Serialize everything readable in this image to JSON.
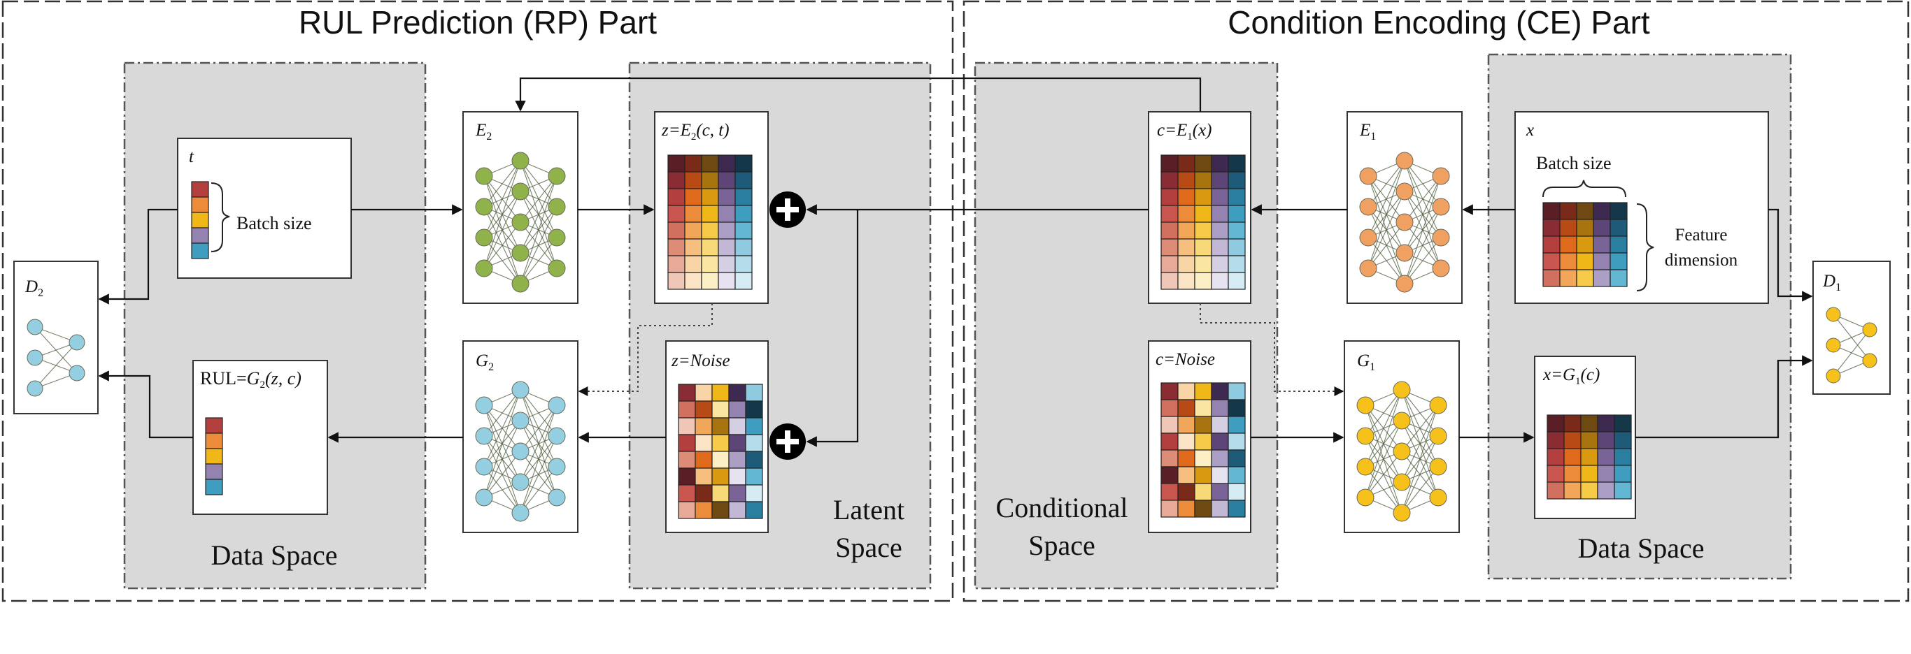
{
  "parts": {
    "rp_title": "RUL Prediction (RP) Part",
    "ce_title": "Condition Encoding (CE) Part"
  },
  "regions": {
    "rp_data_space": "Data Space",
    "latent_space": [
      "Latent",
      "Space"
    ],
    "conditional_space": [
      "Conditional",
      "Space"
    ],
    "ce_data_space": "Data Space"
  },
  "nodes": {
    "D2": {
      "main": "D",
      "sub": "2"
    },
    "D1": {
      "main": "D",
      "sub": "1"
    },
    "E2": {
      "main": "E",
      "sub": "2"
    },
    "G2": {
      "main": "G",
      "sub": "2"
    },
    "E1": {
      "main": "E",
      "sub": "1"
    },
    "G1": {
      "main": "G",
      "sub": "1"
    },
    "t": "t",
    "batch_size": "Batch size",
    "rul": "RUL=",
    "rul_fn": {
      "main": "G",
      "sub": "2",
      "args": "(z, c)"
    },
    "z_enc": {
      "pre": "z=",
      "main": "E",
      "sub": "2",
      "args": "(c, t)"
    },
    "z_noise": "z=Noise",
    "c_enc": {
      "pre": "c=",
      "main": "E",
      "sub": "1",
      "args": "(x)"
    },
    "c_noise": "c=Noise",
    "x": "x",
    "x_batch_size": "Batch size",
    "feature_dimension": [
      "Feature",
      "dimension"
    ],
    "x_gen": {
      "pre": "x=",
      "main": "G",
      "sub": "1",
      "args": "(c)"
    }
  },
  "palette": {
    "columns": [
      [
        "#5a1e26",
        "#8a2c33",
        "#b33f3f",
        "#c9564f",
        "#d2705f",
        "#dd8c78",
        "#e8aa98",
        "#f0c6b8"
      ],
      [
        "#7a2a18",
        "#b84a16",
        "#e06a1c",
        "#ec8b3a",
        "#f2a65a",
        "#f6bf80",
        "#f9d4a6",
        "#fbe4c6"
      ],
      [
        "#6e4a12",
        "#a7740f",
        "#d99a12",
        "#f0b718",
        "#f6cb4a",
        "#f8d977",
        "#fae5a1",
        "#fcefc6"
      ],
      [
        "#3e2a50",
        "#5e4577",
        "#7a6497",
        "#9482b1",
        "#ac9fc6",
        "#c2b8d6",
        "#d5cfe4",
        "#e6e2ef"
      ],
      [
        "#14374a",
        "#1d5b78",
        "#2a7ea0",
        "#3f9ec0",
        "#64b7d2",
        "#8ecbe0",
        "#b5dcea",
        "#d6ecf4"
      ]
    ],
    "network_green": "#8fb24a",
    "network_blue": "#93cfe0",
    "network_orange": "#f0a060",
    "network_yellow": "#f5c11a",
    "region_fill": "#d9d9d9"
  }
}
